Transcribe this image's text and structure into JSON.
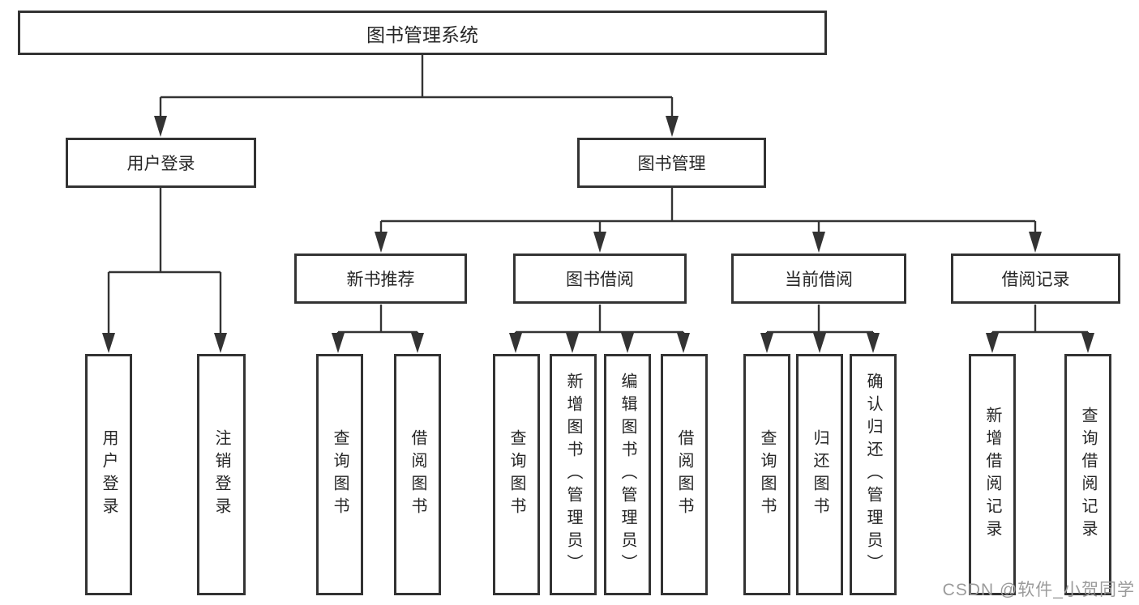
{
  "diagram": {
    "type": "hierarchy-tree",
    "watermark": "CSDN @软件_小贺同学",
    "colors": {
      "line": "#333333",
      "box_border": "#333333",
      "box_fill": "#ffffff",
      "text": "#262626",
      "watermark_text": "#9b9b9b",
      "background": "#ffffff"
    },
    "root": {
      "label": "图书管理系统",
      "children": [
        {
          "label": "用户登录",
          "children": [
            {
              "label": "用户登录"
            },
            {
              "label": "注销登录"
            }
          ]
        },
        {
          "label": "图书管理",
          "children": [
            {
              "label": "新书推荐",
              "children": [
                {
                  "label": "查询图书"
                },
                {
                  "label": "借阅图书"
                }
              ]
            },
            {
              "label": "图书借阅",
              "children": [
                {
                  "label": "查询图书"
                },
                {
                  "label": "新增图书（管理员）"
                },
                {
                  "label": "编辑图书（管理员）"
                },
                {
                  "label": "借阅图书"
                }
              ]
            },
            {
              "label": "当前借阅",
              "children": [
                {
                  "label": "查询图书"
                },
                {
                  "label": "归还图书"
                },
                {
                  "label": "确认归还（管理员）"
                }
              ]
            },
            {
              "label": "借阅记录",
              "children": [
                {
                  "label": "新增借阅记录"
                },
                {
                  "label": "查询借阅记录"
                }
              ]
            }
          ]
        }
      ]
    }
  }
}
